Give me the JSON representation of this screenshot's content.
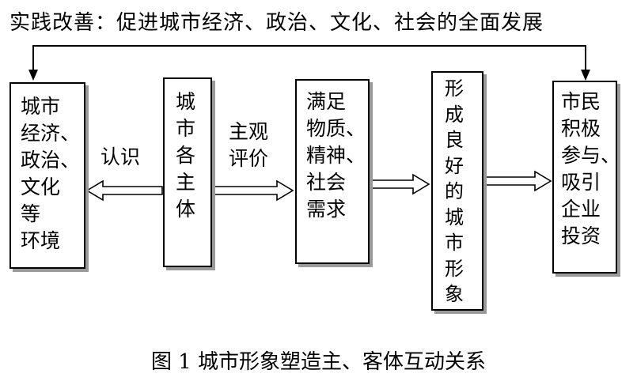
{
  "top_text": "实践改善：促进城市经济、政治、文化、社会的全面发展",
  "boxes": {
    "environment": "城市\n经济、\n政治、\n文化\n等\n环境",
    "subjects": "城\n市\n各\n主\n体",
    "needs": "满足\n物质、\n精神、\n社会\n需求",
    "image": "形\n成\n良\n好\n的\n城\n市\n形\n象",
    "citizens": "市民\n积极\n参与、\n吸引\n企业\n投资"
  },
  "labels": {
    "cognition": "认识",
    "evaluation": "主观\n评价"
  },
  "caption": "图 1    城市形象塑造主、客体互动关系"
}
